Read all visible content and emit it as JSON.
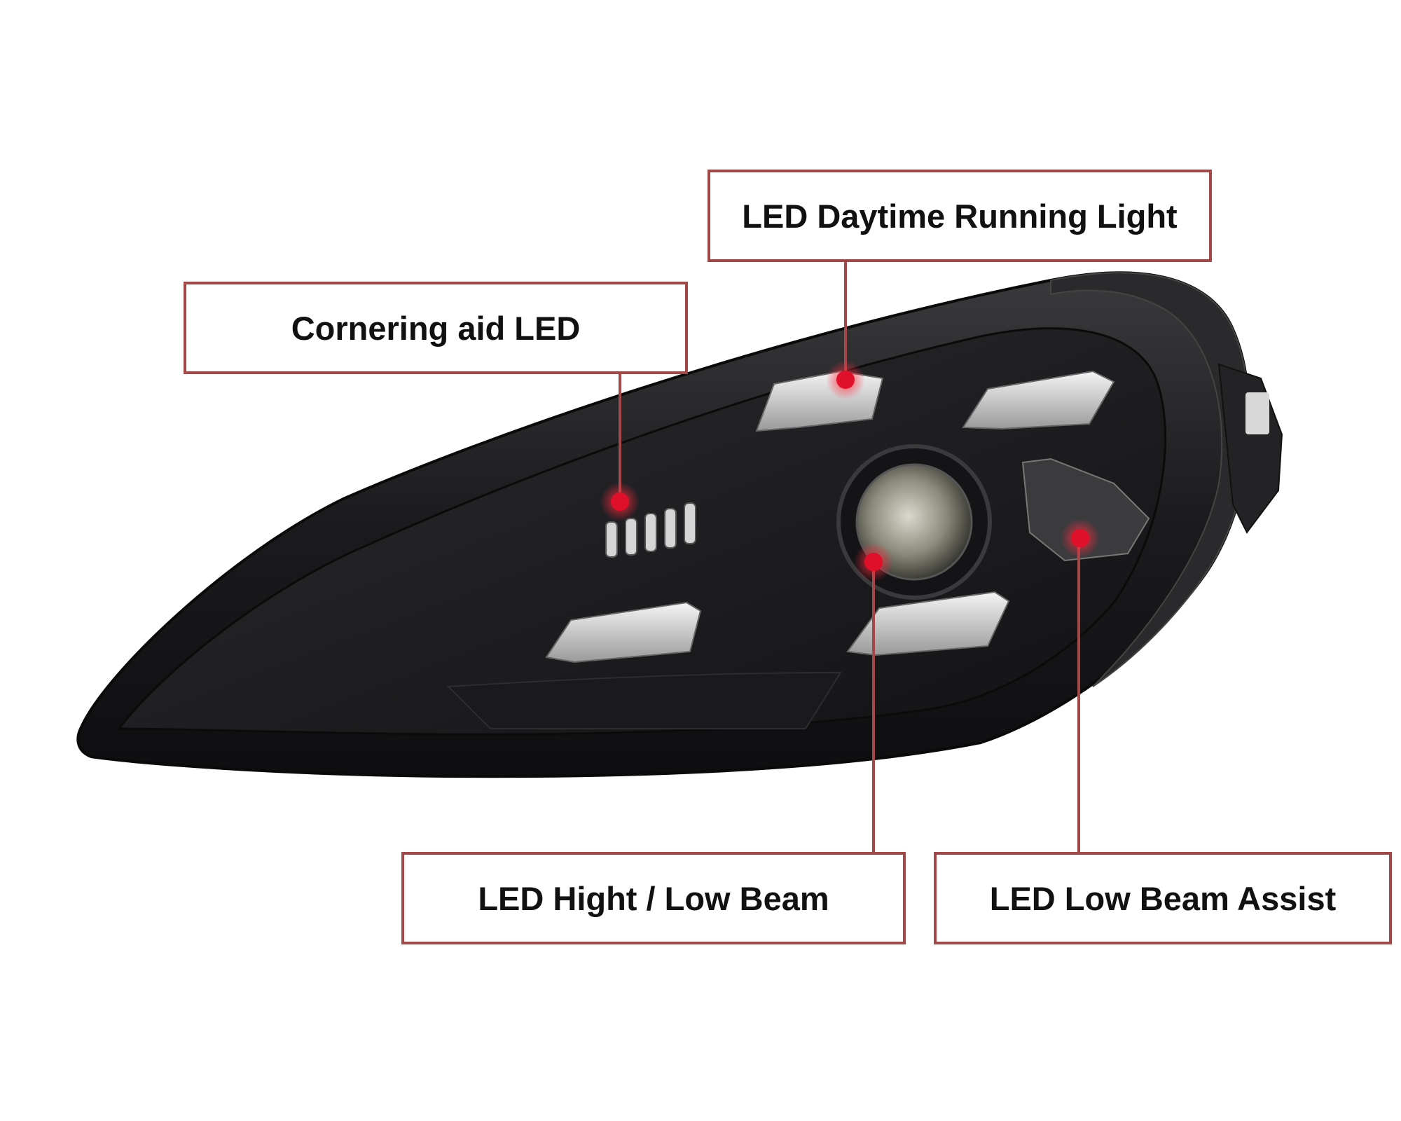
{
  "labels": {
    "drl": "LED Daytime Running Light",
    "cornering": "Cornering aid LED",
    "high_low_beam": "LED Hight / Low Beam",
    "low_beam_assist": "LED Low Beam Assist"
  },
  "colors": {
    "callout_line": "#a34848",
    "callout_dot": "#e0102a",
    "housing": "#1c1c1e",
    "background": "#ffffff"
  },
  "callout_points": [
    "drl",
    "cornering",
    "high_low_beam",
    "low_beam_assist"
  ]
}
